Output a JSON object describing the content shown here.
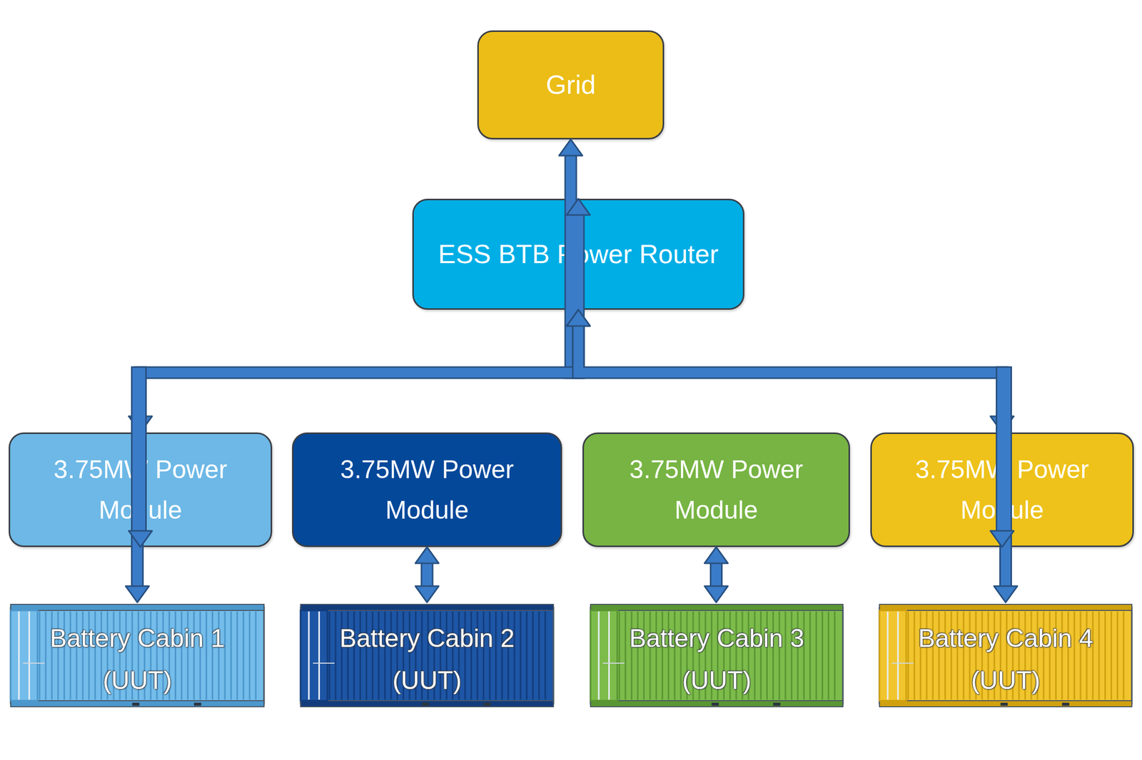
{
  "diagram": {
    "nodes": [
      {
        "text": [
          "Grid"
        ]
      },
      {
        "text": [
          "ESS BTB Power Router"
        ]
      },
      {
        "text": [
          "3.75MW Power Module"
        ]
      },
      {
        "text": [
          "3.75MW Power Module"
        ]
      },
      {
        "text": [
          "3.75MW Power Module"
        ]
      },
      {
        "text": [
          "3.75MW Power Module"
        ]
      },
      {
        "text": [
          "Battery Cabin 1 (UUT)"
        ]
      },
      {
        "text": [
          "Battery Cabin 2 (UUT)"
        ]
      },
      {
        "text": [
          "Battery Cabin 3 (UUT)"
        ]
      },
      {
        "text": [
          "Battery Cabin 4 (UUT)"
        ]
      }
    ],
    "edges": [
      {
        "from": 0,
        "to": 1,
        "arrow": "both"
      },
      {
        "from": 1,
        "to": 2,
        "arrow": "both"
      },
      {
        "from": 1,
        "to": 5,
        "arrow": "both"
      },
      {
        "from": 2,
        "to": 6,
        "arrow": "both"
      },
      {
        "from": 3,
        "to": 7,
        "arrow": "both"
      },
      {
        "from": 4,
        "to": 8,
        "arrow": "both"
      },
      {
        "from": 5,
        "to": 9,
        "arrow": "both"
      }
    ]
  }
}
